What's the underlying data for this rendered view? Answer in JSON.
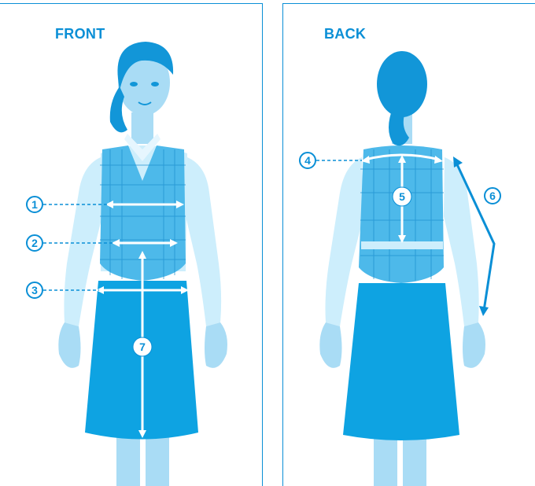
{
  "front": {
    "title": "FRONT",
    "markers": [
      "1",
      "2",
      "3",
      "7"
    ]
  },
  "back": {
    "title": "BACK",
    "markers": [
      "4",
      "5",
      "6"
    ]
  },
  "colors": {
    "accent": "#0a8fd6",
    "figure_light": "#b8e3f8",
    "skin": "#a9dcf5",
    "garment_dark": "#0ea3e2",
    "hair": "#1296d8"
  }
}
